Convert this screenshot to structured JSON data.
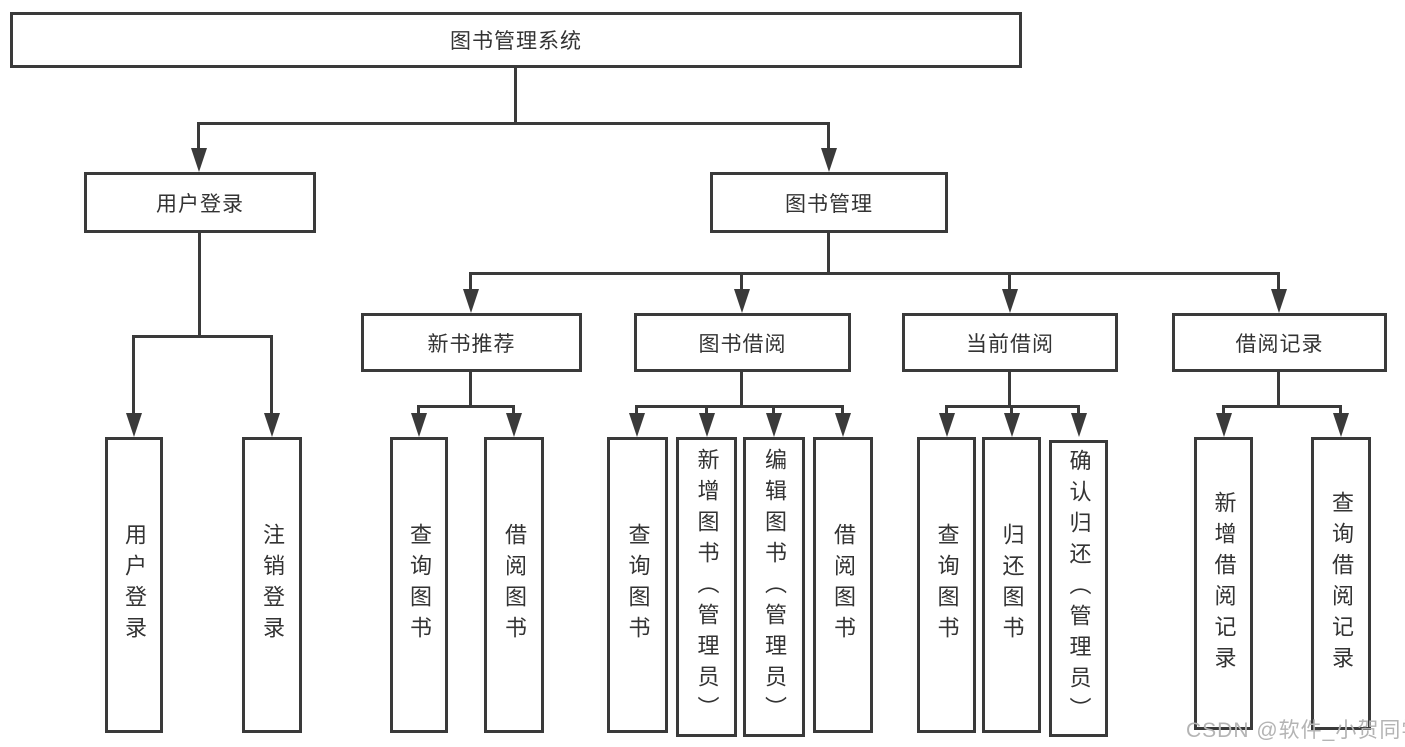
{
  "colors": {
    "line": "#3a3a3a",
    "text": "#333333",
    "watermark": "#b4b4b4"
  },
  "tree": {
    "root": {
      "label": "图书管理系统"
    },
    "user_login": {
      "label": "用户登录",
      "children": [
        {
          "label": "用户登录"
        },
        {
          "label": "注销登录"
        }
      ]
    },
    "book_mgmt": {
      "label": "图书管理",
      "groups": [
        {
          "label": "新书推荐",
          "children": [
            {
              "label": "查询图书"
            },
            {
              "label": "借阅图书"
            }
          ]
        },
        {
          "label": "图书借阅",
          "children": [
            {
              "label": "查询图书"
            },
            {
              "label": "新增图书（管理员）"
            },
            {
              "label": "编辑图书（管理员）"
            },
            {
              "label": "借阅图书"
            }
          ]
        },
        {
          "label": "当前借阅",
          "children": [
            {
              "label": "查询图书"
            },
            {
              "label": "归还图书"
            },
            {
              "label": "确认归还（管理员）"
            }
          ]
        },
        {
          "label": "借阅记录",
          "children": [
            {
              "label": "新增借阅记录"
            },
            {
              "label": "查询借阅记录"
            }
          ]
        }
      ]
    }
  },
  "watermark": {
    "text": "CSDN @软件_小贺同学"
  }
}
